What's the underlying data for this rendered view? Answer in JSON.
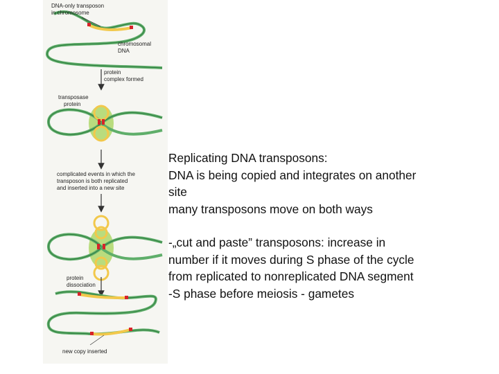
{
  "figure": {
    "labels": {
      "dna_only_transposon_line1": "DNA-only transposon",
      "dna_only_transposon_line2": "in chromosome",
      "chromosomal_line1": "chromosomal",
      "chromosomal_line2": "DNA",
      "protein_line1": "protein",
      "protein_line2": "complex formed",
      "transposase_line1": "transposase",
      "transposase_line2": "protein",
      "complicated_line1": "complicated events in which the",
      "complicated_line2": "transposon is both replicated",
      "complicated_line3": "and inserted into a new site",
      "protein_dissociation_line1": "protein",
      "protein_dissociation_line2": "dissociation",
      "new_copy": "new copy inserted"
    },
    "colors": {
      "dna_green": "#5fae6a",
      "dna_dark": "#2e7a3e",
      "transposon_yellow": "#f2c84b",
      "transposon_red": "#d8232a",
      "protein_complex": "#b9dc7e",
      "arrow": "#333333"
    }
  },
  "text": {
    "para1_line1": "Replicating DNA transposons:",
    "para1_line2": "DNA is being copied and integrates on another",
    "para1_line3": "site",
    "para1_line4": "many transposons move on both ways",
    "para2_line1": "-„cut and paste” transposons: increase in",
    "para2_line2": "number if it moves during S phase of the cycle",
    "para2_line3": "from replicated to nonreplicated DNA segment",
    "para2_line4": "-S phase before meiosis - gametes"
  }
}
